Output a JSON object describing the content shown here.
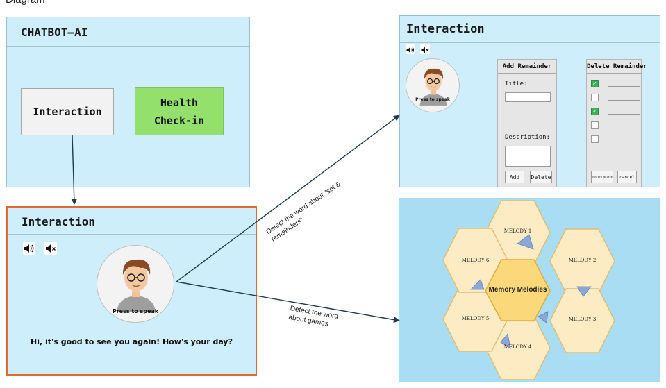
{
  "top_left_fragment": "Diagram",
  "home_screen": {
    "title": "CHATBOT—AI",
    "interaction_tile": "Interaction",
    "health_line1": "Health",
    "health_line2": "Check-in",
    "health_color": "#94e06c"
  },
  "interaction_screen": {
    "title": "Interaction",
    "avatar_label": "Press to speak",
    "greeting": "Hi, it's good to see you again! How's your day?",
    "border_color": "#e06a35"
  },
  "reminder_screen": {
    "title": "Interaction",
    "avatar_label": "Press to speak",
    "add_panel": {
      "title": "Add Remainder",
      "title_label": "Title:",
      "description_label": "Description:",
      "add_button": "Add",
      "delete_button": "Delete"
    },
    "delete_panel": {
      "title": "Delete Remainder",
      "checkboxes": [
        true,
        false,
        true,
        false,
        false
      ],
      "confirm_button": "confirm delete",
      "cancel_button": "cancel"
    }
  },
  "game_screen": {
    "center": "Memory Melodies",
    "melodies": [
      "MELODY 1",
      "MELODY 2",
      "MELODY 3",
      "MELODY 4",
      "MELODY 5",
      "MELODY 6"
    ],
    "background_color": "#a8ddf3",
    "hex_color": "#fdebc4",
    "center_color": "#fbd87a"
  },
  "connectors": {
    "reminders_label_line1": "Detect the word about \"set &",
    "reminders_label_line2": "remainders\"",
    "games_label_line1": "Detect the word",
    "games_label_line2": "about games"
  },
  "icons": [
    "speaker-on-icon",
    "speaker-mute-icon",
    "avatar-icon",
    "arrow-icon",
    "checkmark-icon"
  ]
}
